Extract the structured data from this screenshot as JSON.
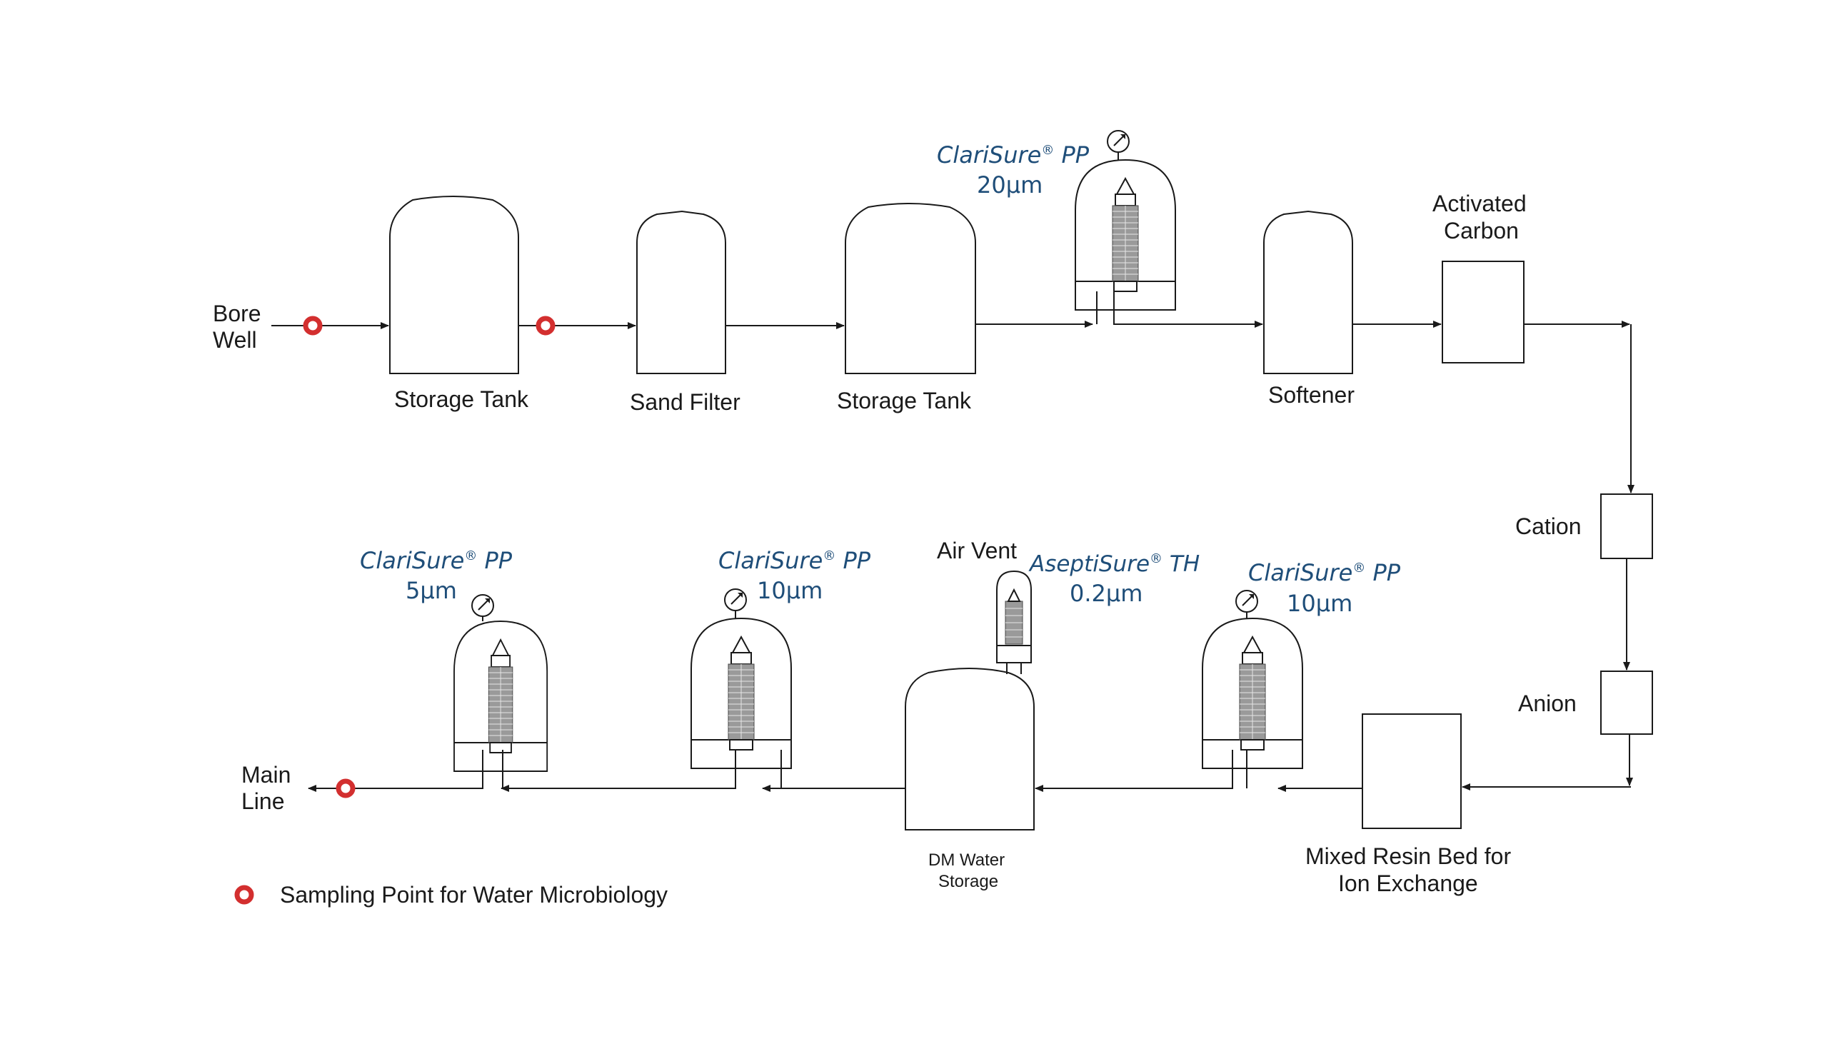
{
  "labels": {
    "bore_well_1": "Bore",
    "bore_well_2": "Well",
    "storage_tank_1": "Storage Tank",
    "sand_filter": "Sand Filter",
    "storage_tank_2": "Storage Tank",
    "softener": "Softener",
    "activated_carbon_1": "Activated",
    "activated_carbon_2": "Carbon",
    "cation": "Cation",
    "anion": "Anion",
    "mixed_resin_1": "Mixed Resin Bed for",
    "mixed_resin_2": "Ion Exchange",
    "dm_water_1": "DM Water",
    "dm_water_2": "Storage",
    "air_vent": "Air Vent",
    "main_line_1": "Main",
    "main_line_2": "Line",
    "legend": "Sampling Point for Water Microbiology"
  },
  "filters": {
    "top_pp": {
      "name": "ClariSure",
      "mark": "®",
      "grade": " PP",
      "size": "20µm"
    },
    "right_pp": {
      "name": "ClariSure",
      "mark": "®",
      "grade": " PP",
      "size": "10µm"
    },
    "vent_th": {
      "name": "AseptiSure",
      "mark": "®",
      "grade": " TH",
      "size": "0.2µm"
    },
    "middle_pp": {
      "name": "ClariSure",
      "mark": "®",
      "grade": " PP",
      "size": "10µm"
    },
    "left_pp": {
      "name": "ClariSure",
      "mark": "®",
      "grade": " PP",
      "size": "5µm"
    }
  },
  "colors": {
    "brand": "#1f4e79",
    "sampling_point": "#d32f2f",
    "line": "#1a1a1a"
  }
}
